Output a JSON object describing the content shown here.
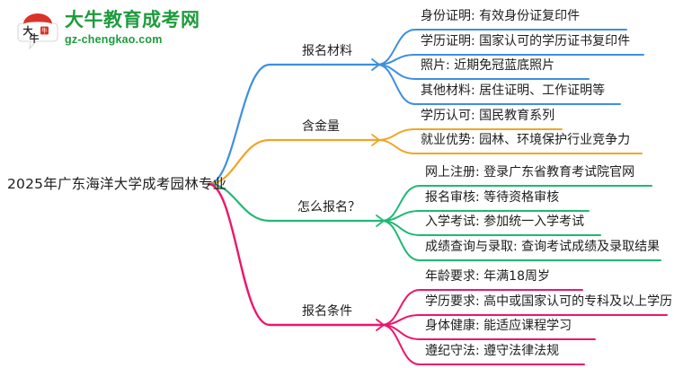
{
  "logo": {
    "mark_name": "daniu-bull-logo",
    "mark_text": "大牛",
    "cn_name": "大牛教育成考网",
    "domain": "gz-chengkao.com",
    "brand_green": "#1f9b3e",
    "brand_red": "#d9342b"
  },
  "mindmap": {
    "root": {
      "label": "2025年广东海洋大学成考园林专业"
    },
    "branches": [
      {
        "label": "报名材料",
        "color": "#3d8fe0",
        "children": [
          {
            "label": "身份证明: 有效身份证复印件"
          },
          {
            "label": "学历证明: 国家认可的学历证书复印件"
          },
          {
            "label": "照片: 近期免冠蓝底照片"
          },
          {
            "label": "其他材料: 居住证明、工作证明等"
          }
        ]
      },
      {
        "label": "含金量",
        "color": "#f0a628",
        "children": [
          {
            "label": "学历认可: 国民教育系列"
          },
          {
            "label": "就业优势: 园林、环境保护行业竞争力"
          }
        ]
      },
      {
        "label": "怎么报名？",
        "color": "#1fb974",
        "children": [
          {
            "label": "网上注册: 登录广东省教育考试院官网"
          },
          {
            "label": "报名审核: 等待资格审核"
          },
          {
            "label": "入学考试: 参加统一入学考试"
          },
          {
            "label": "成绩查询与录取: 查询考试成绩及录取结果"
          }
        ]
      },
      {
        "label": "报名条件",
        "color": "#ee156d",
        "children": [
          {
            "label": "年龄要求: 年满18周岁"
          },
          {
            "label": "学历要求: 高中或国家认可的专科及以上学历"
          },
          {
            "label": "身体健康: 能适应课程学习"
          },
          {
            "label": "遵纪守法: 遵守法律法规"
          }
        ]
      }
    ]
  }
}
